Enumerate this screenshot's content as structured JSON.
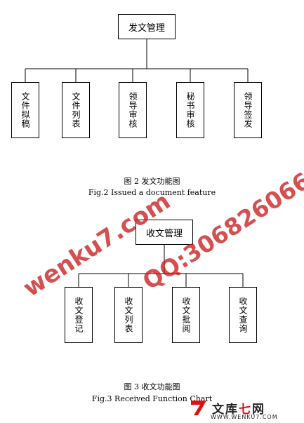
{
  "diagram1": {
    "root": "发文管理",
    "children": [
      "文件拟稿",
      "文件列表",
      "领导审核",
      "秘书审核",
      "领导签发"
    ],
    "caption_cn": "图 2   发文功能图",
    "caption_en": "Fig.2    Issued a document feature"
  },
  "diagram2": {
    "root": "收文管理",
    "children": [
      "收文登记",
      "收文列表",
      "收文批阅",
      "收文查询"
    ],
    "caption_cn": "图 3  收文功能图",
    "caption_en": "Fig.3    Received Function Chart"
  },
  "watermarks": {
    "site": "wenku7.com",
    "qq": "QQ:306826066",
    "logo_cn_a": "文库",
    "logo_cn_b": "七",
    "logo_cn_c": "网",
    "logo_url": "WWW.WENKU7.COM",
    "color": "#c81e1e"
  }
}
